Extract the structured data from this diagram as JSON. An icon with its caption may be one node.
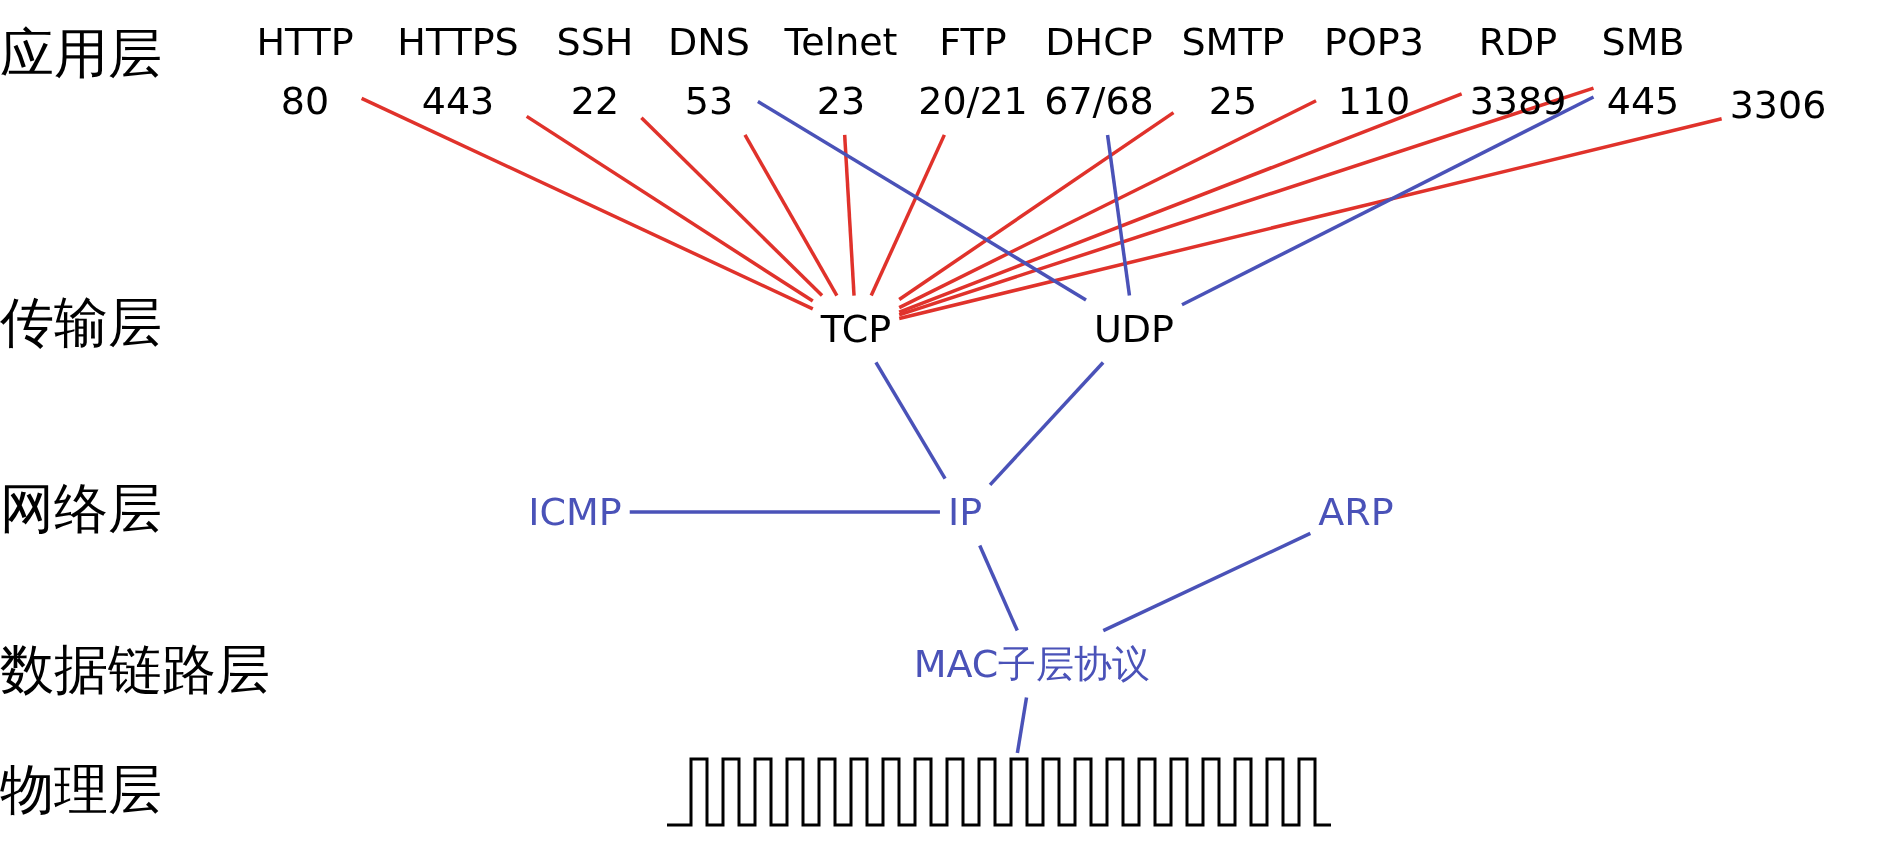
{
  "diagram": {
    "nodes": [
      {
        "text": [
          "HTTP",
          "80"
        ]
      },
      {
        "text": [
          "HTTPS",
          "443"
        ]
      },
      {
        "text": [
          "SSH",
          "22"
        ]
      },
      {
        "text": [
          "DNS",
          "53"
        ]
      },
      {
        "text": [
          "Telnet",
          "23"
        ]
      },
      {
        "text": [
          "FTP",
          "20/21"
        ]
      },
      {
        "text": [
          "DHCP",
          "67/68"
        ]
      },
      {
        "text": [
          "SMTP",
          "25"
        ]
      },
      {
        "text": [
          "POP3",
          "110"
        ]
      },
      {
        "text": [
          "RDP",
          "3389"
        ]
      },
      {
        "text": [
          "SMB",
          "445"
        ]
      },
      {
        "text": [
          "3306"
        ]
      },
      {
        "text": [
          "TCP"
        ]
      },
      {
        "text": [
          "UDP"
        ]
      },
      {
        "text": [
          "ICMP"
        ]
      },
      {
        "text": [
          "IP"
        ]
      },
      {
        "text": [
          "ARP"
        ]
      },
      {
        "text": [
          "MAC子层协议"
        ]
      },
      {
        "text": [],
        "shape": "picture"
      }
    ],
    "edges": [
      {
        "from": 0,
        "to": 12,
        "arrow": "none"
      },
      {
        "from": 1,
        "to": 12,
        "arrow": "none"
      },
      {
        "from": 2,
        "to": 12,
        "arrow": "none"
      },
      {
        "from": 3,
        "to": 12,
        "arrow": "none"
      },
      {
        "from": 4,
        "to": 12,
        "arrow": "none"
      },
      {
        "from": 5,
        "to": 12,
        "arrow": "none"
      },
      {
        "from": 7,
        "to": 12,
        "arrow": "none"
      },
      {
        "from": 8,
        "to": 12,
        "arrow": "none"
      },
      {
        "from": 9,
        "to": 12,
        "arrow": "none"
      },
      {
        "from": 10,
        "to": 12,
        "arrow": "none"
      },
      {
        "from": 11,
        "to": 12,
        "arrow": "none"
      },
      {
        "from": 3,
        "to": 13,
        "arrow": "none",
        "color": "#4a52b8"
      },
      {
        "from": 6,
        "to": 13,
        "arrow": "none",
        "color": "#4a52b8"
      },
      {
        "from": 10,
        "to": 13,
        "arrow": "none",
        "color": "#4a52b8"
      },
      {
        "from": 12,
        "to": 15,
        "arrow": "none",
        "color": "#4a52b8"
      },
      {
        "from": 13,
        "to": 15,
        "arrow": "none",
        "color": "#4a52b8"
      },
      {
        "from": 14,
        "to": 15,
        "arrow": "none",
        "color": "#4a52b8"
      },
      {
        "from": 15,
        "to": 17,
        "arrow": "none",
        "color": "#4a52b8"
      },
      {
        "from": 16,
        "to": 17,
        "arrow": "none",
        "color": "#4a52b8"
      },
      {
        "from": 17,
        "to": 18,
        "arrow": "none",
        "color": "#4a52b8"
      }
    ],
    "labels": [
      "应用层",
      "传输层",
      "网络层",
      "数据链路层",
      "物理层"
    ]
  }
}
